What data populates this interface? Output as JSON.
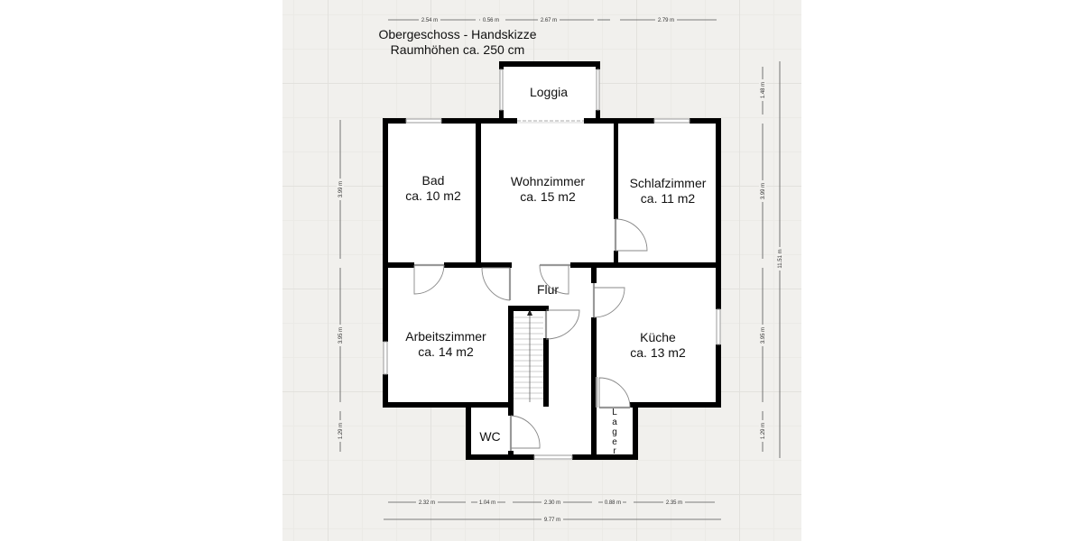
{
  "plan": {
    "title_line1": "Obergeschoss - Handskizze",
    "title_line2": "Raumhöhen ca. 250 cm",
    "background_color": "#f1f0ed",
    "wall_color": "#000000"
  },
  "rooms": {
    "loggia": {
      "name": "Loggia"
    },
    "bad": {
      "name": "Bad",
      "area": "ca. 10 m2"
    },
    "wohnzimmer": {
      "name": "Wohnzimmer",
      "area": "ca. 15 m2"
    },
    "schlafzimmer": {
      "name": "Schlafzimmer",
      "area": "ca. 11 m2"
    },
    "flur": {
      "name": "Flur"
    },
    "arbeitszimmer": {
      "name": "Arbeitszimmer",
      "area": "ca. 14 m2"
    },
    "kueche": {
      "name": "Küche",
      "area": "ca. 13 m2"
    },
    "wc": {
      "name": "WC"
    },
    "lager": {
      "name": "Lager",
      "letters": [
        "L",
        "a",
        "g",
        "e",
        "r"
      ]
    }
  },
  "dimensions": {
    "top": [
      "2.54 m",
      "0.56 m",
      "2.67 m",
      "2.79 m"
    ],
    "bottom": [
      "2.32 m",
      "1.04 m",
      "2.30 m",
      "0.88 m",
      "2.35 m"
    ],
    "bottom_total": "9.77 m",
    "left": [
      "3.99 m",
      "3.95 m",
      "1.29 m"
    ],
    "right": [
      "1.48 m",
      "3.99 m",
      "3.95 m",
      "1.29 m"
    ],
    "right_total": "11.51 m"
  }
}
